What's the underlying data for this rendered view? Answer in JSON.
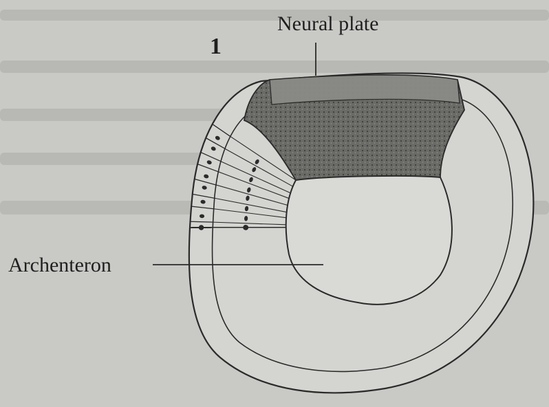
{
  "figure": {
    "number": "1",
    "labels": {
      "neural_plate": "Neural plate",
      "archenteron": "Archenteron"
    }
  },
  "colors": {
    "paper": "#c9c9c6",
    "ink": "#2a2a2a",
    "cell_fill": "#d4d4d1",
    "neural_plate_fill": "#6e6e6b",
    "neural_plate_shade": "#4d4d4b",
    "nucleus": "#2b2b2b"
  }
}
